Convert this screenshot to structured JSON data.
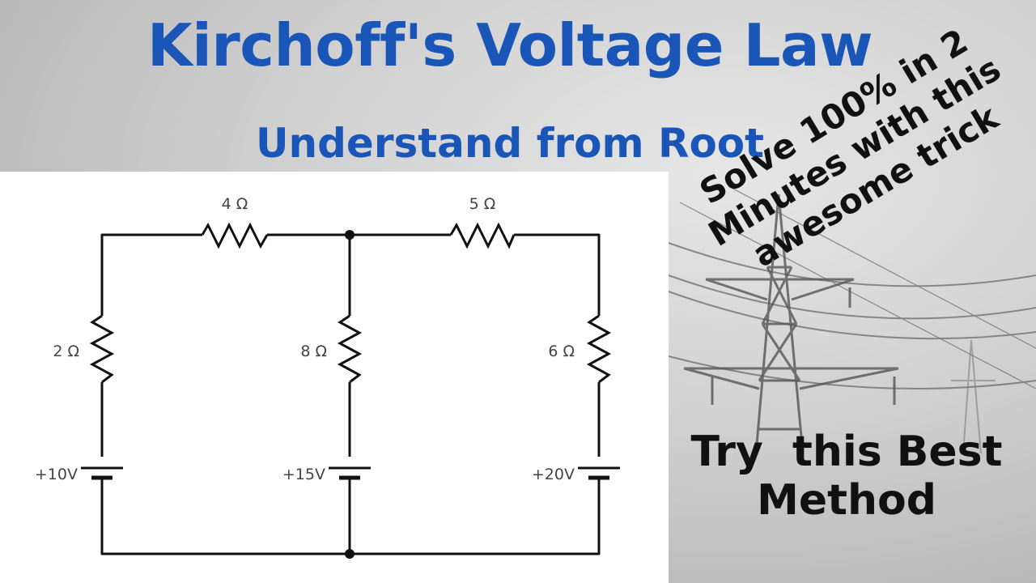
{
  "title": "Kirchoff's Voltage Law",
  "subtitle": "Understand from Root",
  "promo_lines": [
    "Solve 100%  in 2",
    "Minutes with this",
    "awesome trick"
  ],
  "cta_lines": [
    "Try  this Best",
    "Method"
  ],
  "circuit": {
    "resistors": {
      "top_left": "4 Ω",
      "top_right": "5 Ω",
      "left": "2 Ω",
      "middle": "8 Ω",
      "right": "6 Ω"
    },
    "sources": {
      "left": "+10V",
      "middle": "+15V",
      "right": "+20V"
    }
  },
  "colors": {
    "title": "#1a56b8",
    "wire": "#111111",
    "text_dark": "#111111"
  }
}
